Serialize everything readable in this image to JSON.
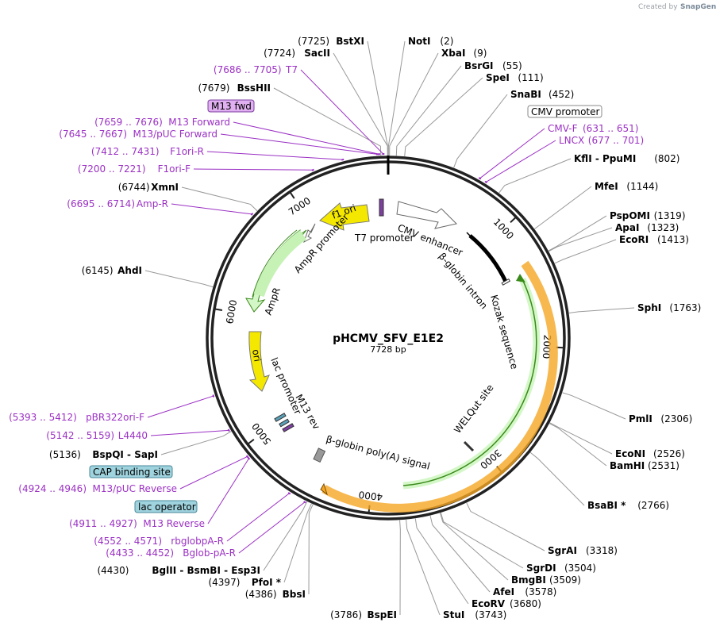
{
  "credit": {
    "prefix": "Created by",
    "brand": "SnapGene"
  },
  "plasmid": {
    "name": "pHCMV_SFV_E1E2",
    "size": "7728 bp",
    "length": 7728
  },
  "colors": {
    "primer": "#9b30c4",
    "backbone": "#222222",
    "yellow": "#f5e800",
    "green_light": "#d4f7c8",
    "orange": "#f5a623"
  },
  "ticks": [
    {
      "value": 1000,
      "label": "1000"
    },
    {
      "value": 2000,
      "label": "2000"
    },
    {
      "value": 3000,
      "label": "3000"
    },
    {
      "value": 4000,
      "label": "4000"
    },
    {
      "value": 5000,
      "label": "5000"
    },
    {
      "value": 6000,
      "label": "6000"
    },
    {
      "value": 7000,
      "label": "7000"
    }
  ],
  "sites": [
    {
      "pos": 7725,
      "pos_label": "(7725)",
      "name": "BstXI"
    },
    {
      "pos": 7724,
      "pos_label": "(7724)",
      "name": "SacII"
    },
    {
      "pos": 7679,
      "pos_label": "(7679)",
      "name": "BssHII"
    },
    {
      "pos": 6744,
      "pos_label": "(6744)",
      "name": "XmnI"
    },
    {
      "pos": 6145,
      "pos_label": "(6145)",
      "name": "AhdI"
    },
    {
      "pos": 5136,
      "pos_label": "(5136)",
      "name": "BspQI - SapI"
    },
    {
      "pos": 4430,
      "pos_label": "(4430)",
      "name": "BglII - BsmBI - Esp3I"
    },
    {
      "pos": 4397,
      "pos_label": "(4397)",
      "name": "PfoI *"
    },
    {
      "pos": 4386,
      "pos_label": "(4386)",
      "name": "BbsI"
    },
    {
      "pos": 3786,
      "pos_label": "(3786)",
      "name": "BspEI"
    },
    {
      "pos": 2,
      "pos_label": "(2)",
      "name": "NotI"
    },
    {
      "pos": 9,
      "pos_label": "(9)",
      "name": "XbaI"
    },
    {
      "pos": 55,
      "pos_label": "(55)",
      "name": "BsrGI"
    },
    {
      "pos": 111,
      "pos_label": "(111)",
      "name": "SpeI"
    },
    {
      "pos": 452,
      "pos_label": "(452)",
      "name": "SnaBI"
    },
    {
      "pos": 802,
      "pos_label": "(802)",
      "name": "KflI - PpuMI"
    },
    {
      "pos": 1144,
      "pos_label": "(1144)",
      "name": "MfeI"
    },
    {
      "pos": 1319,
      "pos_label": "(1319)",
      "name": "PspOMI"
    },
    {
      "pos": 1323,
      "pos_label": "(1323)",
      "name": "ApaI"
    },
    {
      "pos": 1413,
      "pos_label": "(1413)",
      "name": "EcoRI"
    },
    {
      "pos": 1763,
      "pos_label": "(1763)",
      "name": "SphI"
    },
    {
      "pos": 2306,
      "pos_label": "(2306)",
      "name": "PmlI"
    },
    {
      "pos": 2526,
      "pos_label": "(2526)",
      "name": "EcoNI"
    },
    {
      "pos": 2531,
      "pos_label": "(2531)",
      "name": "BamHI"
    },
    {
      "pos": 2766,
      "pos_label": "(2766)",
      "name": "BsaBI *"
    },
    {
      "pos": 3318,
      "pos_label": "(3318)",
      "name": "SgrAI"
    },
    {
      "pos": 3504,
      "pos_label": "(3504)",
      "name": "SgrDI"
    },
    {
      "pos": 3509,
      "pos_label": "(3509)",
      "name": "BmgBI"
    },
    {
      "pos": 3578,
      "pos_label": "(3578)",
      "name": "AfeI"
    },
    {
      "pos": 3680,
      "pos_label": "(3680)",
      "name": "EcoRV"
    },
    {
      "pos": 3743,
      "pos_label": "(3743)",
      "name": "StuI"
    }
  ],
  "primers": [
    {
      "range": "(7686 .. 7705)",
      "name": "T7",
      "pos": 7695
    },
    {
      "range": "(7659 .. 7676)",
      "name": "M13 Forward",
      "pos": 7667
    },
    {
      "range": "(7645 .. 7667)",
      "name": "M13/pUC Forward",
      "pos": 7656
    },
    {
      "range": "(7412 .. 7431)",
      "name": "F1ori-R",
      "pos": 7421
    },
    {
      "range": "(7200 .. 7221)",
      "name": "F1ori-F",
      "pos": 7210
    },
    {
      "range": "(6695 .. 6714)",
      "name": "Amp-R",
      "pos": 6704
    },
    {
      "range": "(5393 .. 5412)",
      "name": "pBR322ori-F",
      "pos": 5402
    },
    {
      "range": "(5142 .. 5159)",
      "name": "L4440",
      "pos": 5150
    },
    {
      "range": "(4924 .. 4946)",
      "name": "M13/pUC Reverse",
      "pos": 4935
    },
    {
      "range": "(4911 .. 4927)",
      "name": "M13 Reverse",
      "pos": 4919
    },
    {
      "range": "(4552 .. 4571)",
      "name": "rbglobpA-R",
      "pos": 4561
    },
    {
      "range": "(4433 .. 4452)",
      "name": "Bglob-pA-R",
      "pos": 4442
    },
    {
      "range": "(631 .. 651)",
      "name": "CMV-F",
      "pos": 641
    },
    {
      "range": "(677 .. 701)",
      "name": "LNCX",
      "pos": 689
    }
  ],
  "boxed_labels": [
    {
      "text": "M13 fwd",
      "pos": 7665
    },
    {
      "text": "CMV promoter",
      "pos": 580
    },
    {
      "text": "CAP binding site",
      "pos": 5060
    },
    {
      "text": "lac operator",
      "pos": 4960
    }
  ],
  "features": [
    {
      "name": "f1 ori"
    },
    {
      "name": "T7 promoter"
    },
    {
      "name": "CMV enhancer"
    },
    {
      "name": "β-globin intron"
    },
    {
      "name": "Kozak sequence"
    },
    {
      "name": "WELQut site"
    },
    {
      "name": "β-globin poly(A) signal"
    },
    {
      "name": "M13 rev"
    },
    {
      "name": "lac promoter"
    },
    {
      "name": "ori"
    },
    {
      "name": "AmpR"
    },
    {
      "name": "AmpR promoter"
    }
  ]
}
